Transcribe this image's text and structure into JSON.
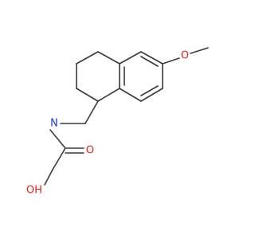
{
  "molecule": {
    "atoms": {
      "methoxy_oxygen": "O",
      "amide_nitrogen": "N",
      "hydroxyl": "OH",
      "carbonyl_oxygen": "O"
    },
    "colors": {
      "bond": "#3a3a3a",
      "oxygen": "#e3241b",
      "nitrogen": "#2233dd",
      "background": "#ffffff"
    }
  }
}
